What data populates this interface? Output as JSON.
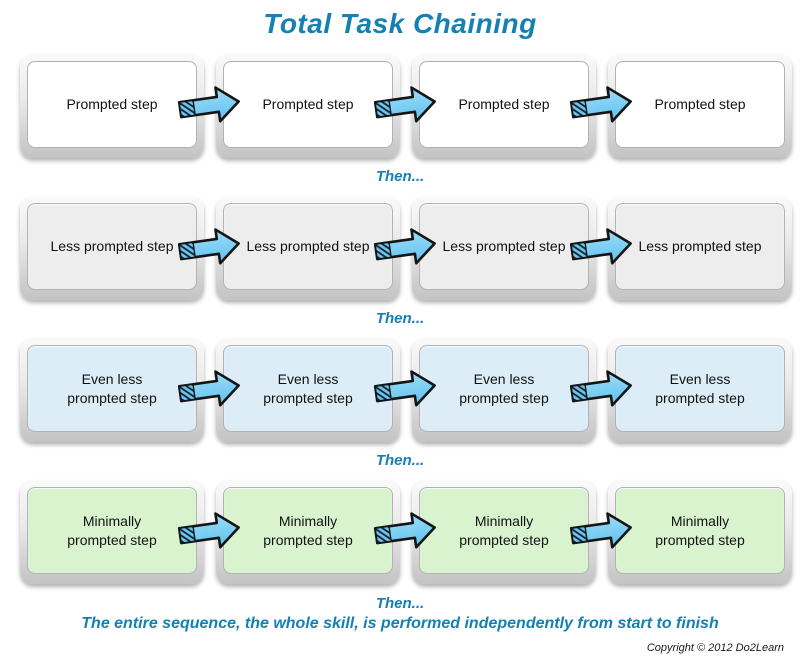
{
  "title": "Total Task Chaining",
  "colors": {
    "accent_teal": "#1580B2",
    "arrow_fill_top": "#9ddcf9",
    "arrow_fill_bottom": "#5fc2ee",
    "arrow_outline": "#151515",
    "box_frame_light": "#fafafa",
    "box_frame_dark": "#c3c3c3",
    "row_fill_prompted": "#ffffff",
    "row_fill_less_prompted": "#ededed",
    "row_fill_even_less": "#dcedf8",
    "row_fill_minimally": "#d9f3cf"
  },
  "rows": [
    {
      "name": "prompted",
      "boxes": [
        "Prompted step",
        "Prompted step",
        "Prompted step",
        "Prompted step"
      ]
    },
    {
      "name": "less-prompted",
      "boxes": [
        "Less prompted step",
        "Less prompted step",
        "Less prompted step",
        "Less prompted step"
      ]
    },
    {
      "name": "even-less-prompted",
      "boxes": [
        "Even less\nprompted step",
        "Even less\nprompted step",
        "Even less\nprompted step",
        "Even less\nprompted step"
      ]
    },
    {
      "name": "minimally-prompted",
      "boxes": [
        "Minimally\nprompted step",
        "Minimally\nprompted step",
        "Minimally\nprompted step",
        "Minimally\nprompted step"
      ]
    }
  ],
  "separators": {
    "then_1": "Then...",
    "then_2": "Then...",
    "then_3": "Then...",
    "then_4": "Then..."
  },
  "footer": {
    "summary": "The entire sequence, the whole skill, is performed independently from start to finish",
    "copyright": "Copyright © 2012 Do2Learn"
  }
}
